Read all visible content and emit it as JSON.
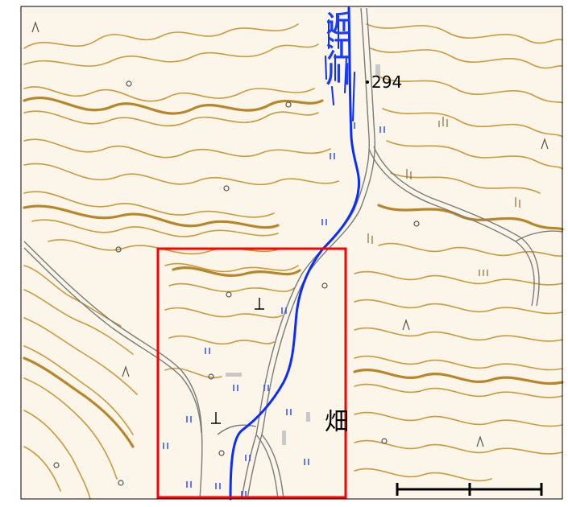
{
  "map": {
    "elevation_label": "294",
    "river_name": "近江川",
    "field_symbol": "畑",
    "colors": {
      "background": "#fbf6e9",
      "contour": "#c89a3a",
      "contour_index": "#b8862a",
      "river": "#0a2cff",
      "road": "#7a7a7a",
      "highlight": "#ff0000",
      "scale_bar": "#000000"
    }
  },
  "icons": [
    "deciduous-tree-icon",
    "coniferous-tree-icon",
    "bamboo-icon",
    "rice-field-icon",
    "shrine-icon"
  ]
}
